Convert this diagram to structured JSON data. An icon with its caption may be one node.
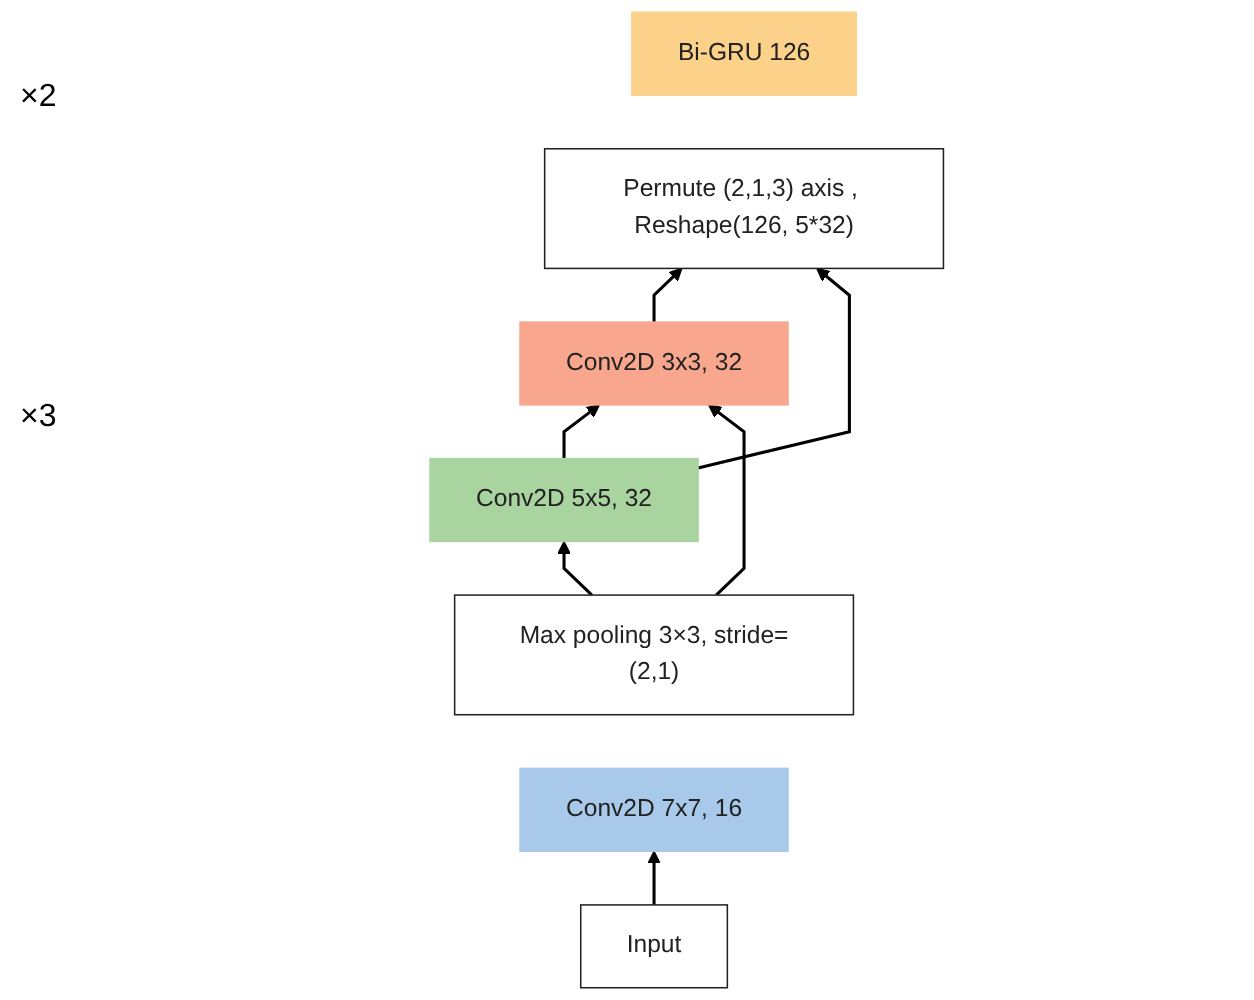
{
  "diagram": {
    "nodes": [
      {
        "text": [
          "Bi-GRU 126"
        ]
      },
      {
        "text": [
          "Permute (2,1,3) axis , Reshape(126, 5*32)"
        ]
      },
      {
        "text": [
          "Conv2D 3x3, 32"
        ]
      },
      {
        "text": [
          "Conv2D 5x5, 32"
        ]
      },
      {
        "text": [
          "Max pooling 3×3, stride=(2,1)"
        ]
      },
      {
        "text": [
          "Conv2D 7x7, 16"
        ]
      },
      {
        "text": [
          "Input"
        ]
      }
    ],
    "edges": [
      {
        "from": 6,
        "to": 5,
        "arrow": "to"
      },
      {
        "from": 4,
        "to": 3,
        "arrow": "to"
      },
      {
        "from": 3,
        "to": 2,
        "arrow": "to"
      },
      {
        "from": 2,
        "to": 1,
        "arrow": "to"
      },
      {
        "from": 4,
        "to": 2,
        "arrow": "to"
      },
      {
        "from": 3,
        "to": 1,
        "arrow": "to"
      }
    ],
    "labels": [
      "×2",
      "×3"
    ]
  }
}
